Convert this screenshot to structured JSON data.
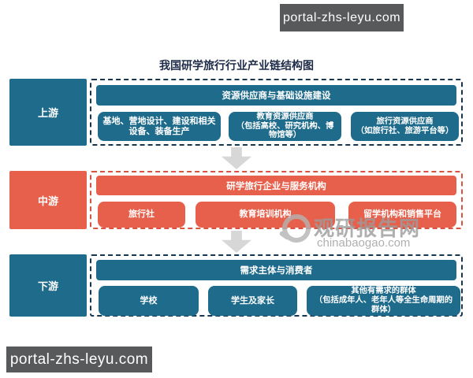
{
  "title": "我国研学旅行行业产业链结构图",
  "badges": {
    "top_right": "portal-zhs-leyu.com",
    "bottom_left": "portal-zhs-leyu.com"
  },
  "watermark": {
    "name": "观研报告网",
    "domain": "chinabaogao.com"
  },
  "colors": {
    "teal": "#1e6b8c",
    "red": "#e7604c",
    "dash_navy": "#16364f",
    "dash_red": "#d95440",
    "arrow_gray": "#d7d7d7",
    "badge_bg": "#58595b",
    "title_text": "#1e2b48",
    "watermark_gray": "#9c9c9c"
  },
  "sections": [
    {
      "id": "upstream",
      "label": "上游",
      "header": "资源供应商与基础设施建设",
      "boxes": [
        {
          "lines": [
            "基地、营地设计、建设和相关",
            "设备、装备生产"
          ]
        },
        {
          "lines": [
            "教育资源供应商",
            "（包括高校、研究机构、博",
            "物馆等）"
          ]
        },
        {
          "lines": [
            "旅行资源供应商",
            "（如旅行社、旅游平台等）"
          ]
        }
      ]
    },
    {
      "id": "midstream",
      "label": "中游",
      "header": "研学旅行企业与服务机构",
      "boxes": [
        {
          "lines": [
            "旅行社"
          ]
        },
        {
          "lines": [
            "教育培训机构"
          ]
        },
        {
          "lines": [
            "留学机构和销售平台"
          ]
        }
      ]
    },
    {
      "id": "downstream",
      "label": "下游",
      "header": "需求主体与消费者",
      "boxes": [
        {
          "lines": [
            "学校"
          ]
        },
        {
          "lines": [
            "学生及家长"
          ]
        },
        {
          "lines": [
            "其他有需求的群体",
            "（包括成年人、老年人等全生命周期的",
            "群体）"
          ]
        }
      ]
    }
  ]
}
